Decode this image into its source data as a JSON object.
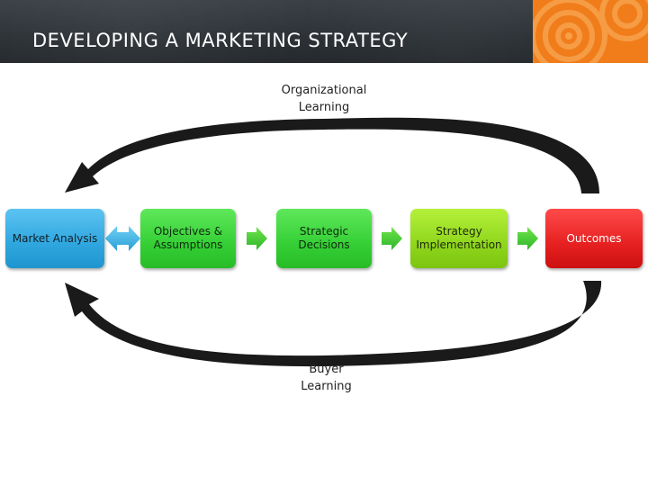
{
  "slide": {
    "title": "DEVELOPING A MARKETING STRATEGY"
  },
  "diagram": {
    "top_label_line1": "Organizational",
    "top_label_line2": "Learning",
    "bottom_label_line1": "Buyer",
    "bottom_label_line2": "Learning",
    "steps": {
      "market_analysis": "Market Analysis",
      "objectives_line1": "Objectives &",
      "objectives_line2": "Assumptions",
      "strategic_line1": "Strategic",
      "strategic_line2": "Decisions",
      "implementation_line1": "Strategy",
      "implementation_line2": "Implementation",
      "outcomes": "Outcomes"
    }
  },
  "colors": {
    "header_background": "#2c3136",
    "header_accent": "#f07d1a",
    "market_analysis": "#2fa6de",
    "objectives": "#35cf35",
    "strategic_decisions": "#35cf35",
    "implementation": "#8fd61d",
    "outcomes": "#e62020",
    "loop_arrows": "#1a1a1a"
  },
  "icons": [
    "double-arrow-icon",
    "right-arrow-icon",
    "loop-arrow-icon",
    "concentric-circles-icon"
  ]
}
